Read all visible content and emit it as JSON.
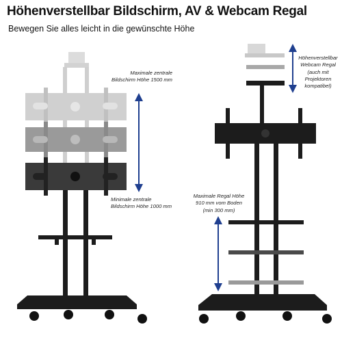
{
  "header": {
    "title": "Höhenverstellbar Bildschirm, AV & Webcam Regal",
    "subtitle": "Bewegen Sie alles leicht in die gewünschte Höhe"
  },
  "left_stand": {
    "max_height_label": {
      "line1": "Maximale zentrale",
      "line2": "Bildschirm Höhe 1500 mm"
    },
    "min_height_label": {
      "line1": "Minimale zentrale",
      "line2": "Bildschirm Höhe 1000 mm"
    }
  },
  "right_stand": {
    "webcam_label": {
      "line1": "Höhenverstellbar",
      "line2": "Webcam Regal",
      "line3": "(auch mit",
      "line4": "Projektoren",
      "line5": "kompatibel)"
    },
    "shelf_label": {
      "line1": "Maximale Regal Höhe",
      "line2": "910 mm vom Boden",
      "line3": "(min 300 mm)"
    }
  },
  "colors": {
    "arrow": "#1f3f8f",
    "dark": "#1c1c1c",
    "ghost": "#c8c8c8",
    "ghost_mid": "#9a9a9a"
  }
}
